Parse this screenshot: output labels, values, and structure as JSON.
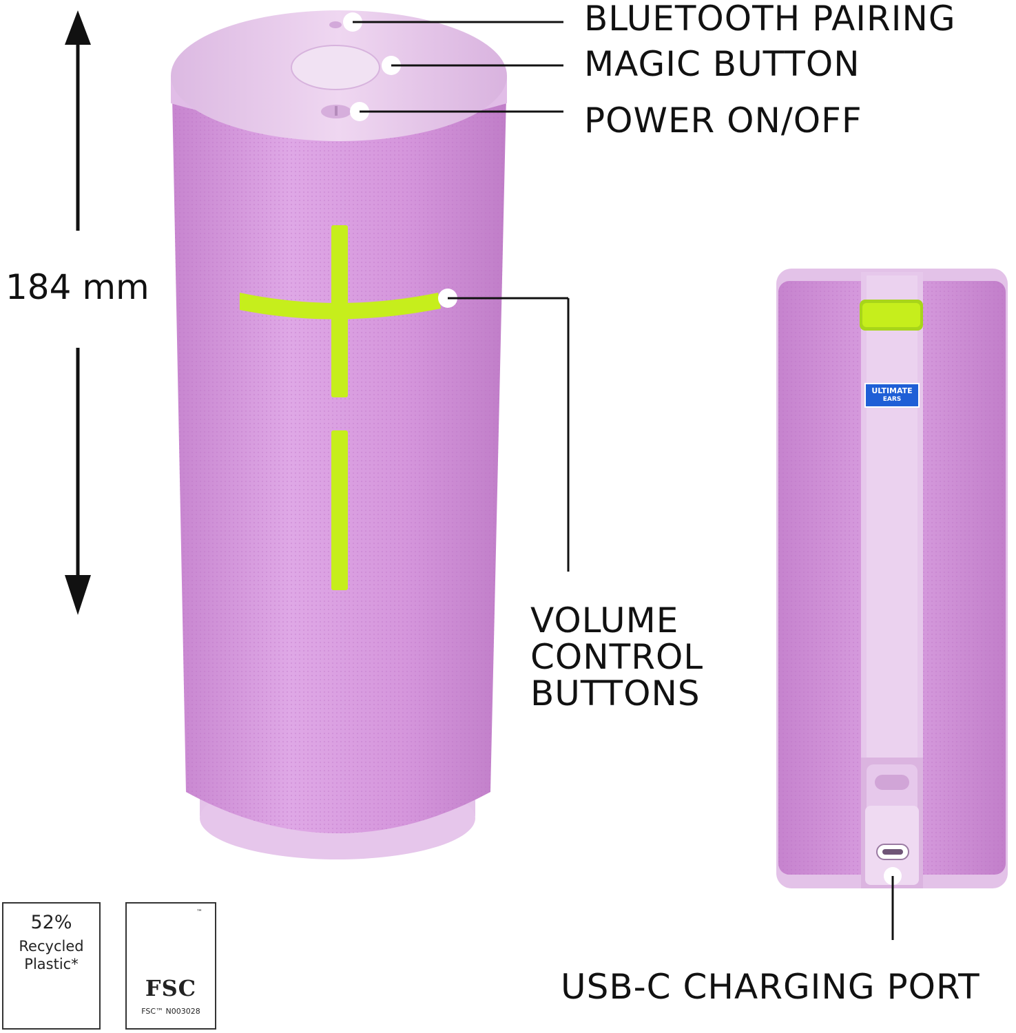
{
  "callouts": {
    "bluetooth": "BLUETOOTH PAIRING",
    "magic": "MAGIC BUTTON",
    "power": "POWER ON/OFF",
    "volume_lines": [
      "VOLUME",
      "CONTROL",
      "BUTTONS"
    ],
    "usb": "USB-C CHARGING PORT"
  },
  "dimension": {
    "height": "184 mm"
  },
  "brand": {
    "line1": "ULTIMATE",
    "line2": "EARS"
  },
  "badges": {
    "recycled": {
      "percent": "52%",
      "line1": "Recycled",
      "line2": "Plastic*"
    },
    "fsc": {
      "mark": "FSC",
      "tm": "™",
      "code": "FSC™ N003028"
    }
  },
  "colors": {
    "body": "#d99ae0",
    "cap": "#e8c8ec",
    "accent": "#c6ee1c",
    "brand_blue": "#1f5fd6"
  },
  "icons": [
    "up-down-arrow-icon",
    "recycle-icon",
    "fsc-tree-icon",
    "usb-c-port-icon"
  ]
}
